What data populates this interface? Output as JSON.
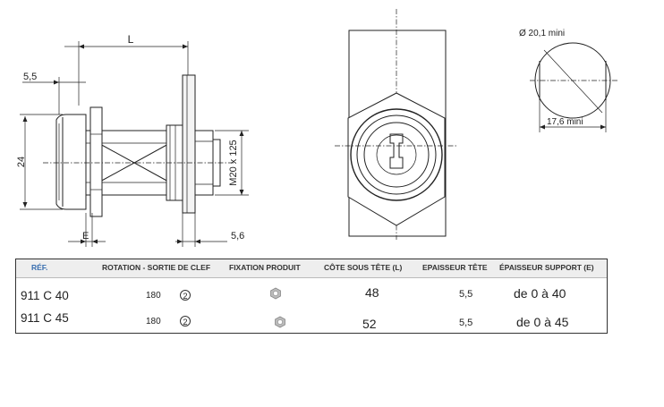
{
  "dimensions": {
    "length": "L",
    "head_thickness": "5,5",
    "head_diameter": "24",
    "thread": "M20 x 125",
    "washer": "5,6",
    "support": "E",
    "cutout_diameter": "Ø 20,1 mini",
    "cutout_flat": "17,6 mini"
  },
  "table": {
    "headers": {
      "ref": "RÉF.",
      "rotation": "ROTATION - SORTIE DE CLEF",
      "fixation": "FIXATION PRODUIT",
      "cote": "CÔTE SOUS TÊTE (L)",
      "epaisseur_tete": "EPAISSEUR TÊTE",
      "epaisseur_support": "ÉPAISSEUR SUPPORT (E)"
    },
    "rows": [
      {
        "ref": "911 C 40",
        "rotation": "180",
        "exit": "2",
        "fixation_icon": "nut-icon",
        "cote": "48",
        "epaisseur_tete": "5,5",
        "epaisseur_support": "de 0 à  40"
      },
      {
        "ref": "911 C 45",
        "rotation": "180",
        "exit": "2",
        "fixation_icon": "nut-icon",
        "cote": "52",
        "epaisseur_tete": "5,5",
        "epaisseur_support": "de 0 à  45"
      }
    ]
  }
}
